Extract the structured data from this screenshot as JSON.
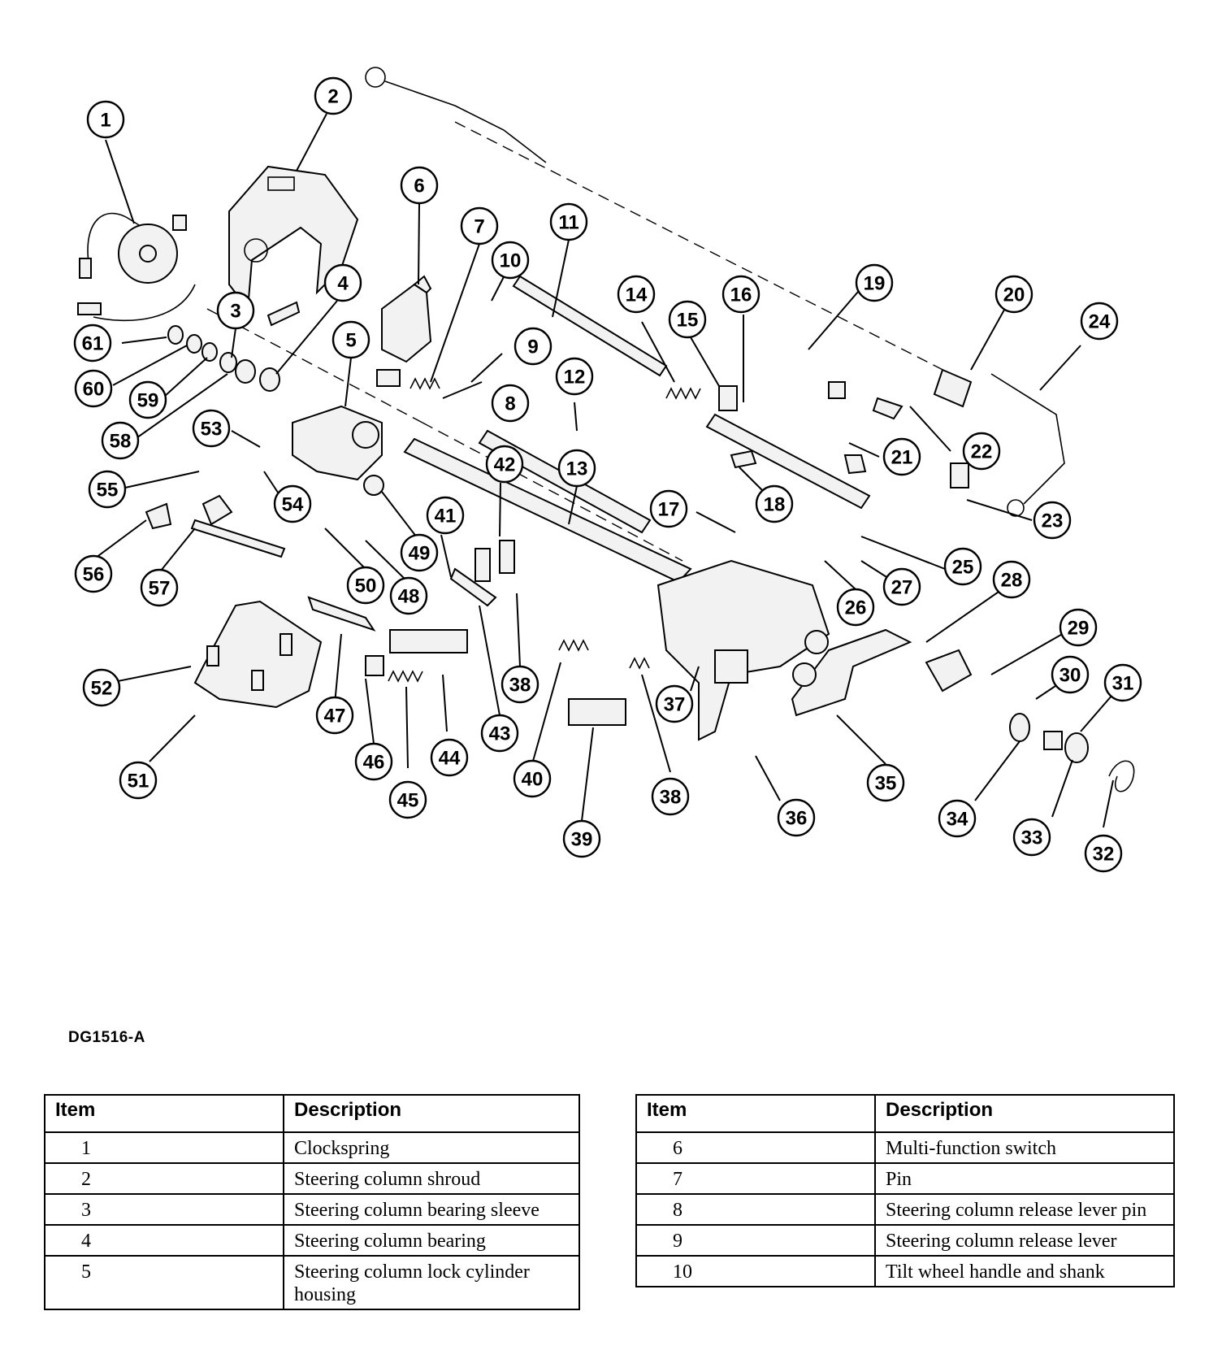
{
  "figure_code": "DG1516-A",
  "callouts": [
    "1",
    "2",
    "3",
    "4",
    "5",
    "6",
    "7",
    "8",
    "9",
    "10",
    "11",
    "12",
    "13",
    "14",
    "15",
    "16",
    "17",
    "18",
    "19",
    "20",
    "21",
    "22",
    "23",
    "24",
    "25",
    "26",
    "27",
    "28",
    "29",
    "30",
    "31",
    "32",
    "33",
    "34",
    "35",
    "36",
    "37",
    "38",
    "39",
    "40",
    "41",
    "42",
    "43",
    "44",
    "45",
    "46",
    "47",
    "48",
    "49",
    "50",
    "51",
    "52",
    "53",
    "54",
    "55",
    "56",
    "57",
    "58",
    "59",
    "60",
    "61"
  ],
  "tables": [
    {
      "headers": {
        "item": "Item",
        "description": "Description"
      },
      "rows": [
        {
          "item": "1",
          "description": "Clockspring"
        },
        {
          "item": "2",
          "description": "Steering column shroud"
        },
        {
          "item": "3",
          "description": "Steering column bearing sleeve"
        },
        {
          "item": "4",
          "description": "Steering column bearing"
        },
        {
          "item": "5",
          "description": "Steering column lock cylinder housing"
        }
      ]
    },
    {
      "headers": {
        "item": "Item",
        "description": "Description"
      },
      "rows": [
        {
          "item": "6",
          "description": "Multi-function switch"
        },
        {
          "item": "7",
          "description": "Pin"
        },
        {
          "item": "8",
          "description": "Steering column release lever pin"
        },
        {
          "item": "9",
          "description": "Steering column release lever"
        },
        {
          "item": "10",
          "description": "Tilt wheel handle and shank"
        }
      ]
    }
  ]
}
